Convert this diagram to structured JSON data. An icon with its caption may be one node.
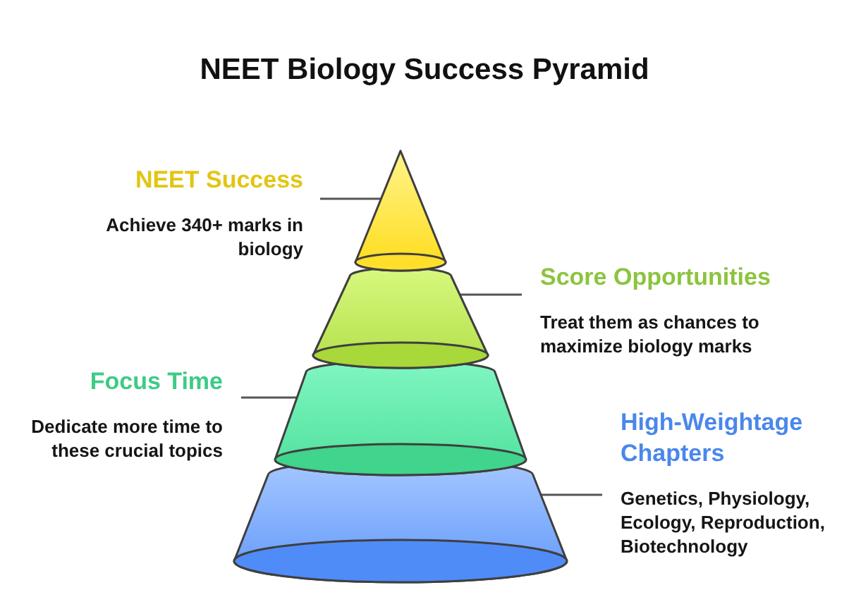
{
  "diagram": {
    "title": "NEET Biology Success Pyramid",
    "nodes": [
      {
        "text": [
          "NEET Success",
          "Achieve 340+ marks in biology"
        ]
      },
      {
        "text": [],
        "shape": "cone"
      },
      {
        "text": [
          "Score Opportunities",
          "Treat them as chances to maximize biology marks"
        ]
      },
      {
        "text": [],
        "shape": "band"
      },
      {
        "text": [
          "Focus Time",
          "Dedicate more time to these crucial topics"
        ]
      },
      {
        "text": [],
        "shape": "band"
      },
      {
        "text": [
          "High-Weightage Chapters",
          "Genetics, Physiology, Ecology, Reproduction, Biotechnology"
        ]
      },
      {
        "text": [],
        "shape": "band"
      }
    ],
    "edges": [
      {
        "from": 0,
        "to": 1,
        "arrow": "none"
      },
      {
        "from": 2,
        "to": 3,
        "arrow": "none"
      },
      {
        "from": 4,
        "to": 5,
        "arrow": "none"
      },
      {
        "from": 6,
        "to": 7,
        "arrow": "none"
      }
    ]
  }
}
